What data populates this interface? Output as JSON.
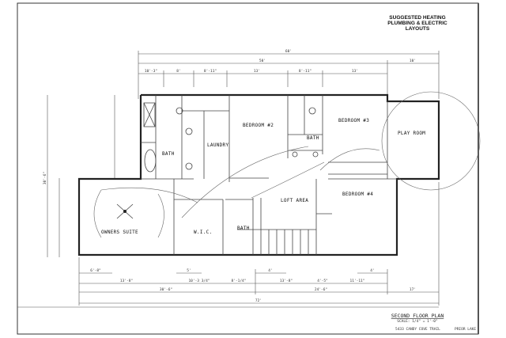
{
  "header": {
    "note_lines": [
      "SUGGESTED HEATING",
      "PLUMBING & ELECTRIC",
      "LAYOUTS"
    ]
  },
  "rooms": {
    "owners_suite": "OWNERS SUITE",
    "bath_master": "BATH",
    "laundry": "LAUNDRY",
    "bedroom_2": "BEDROOM #2",
    "bath_2": "BATH",
    "bedroom_3": "BEDROOM #3",
    "play_room": "PLAY ROOM",
    "loft_area": "LOFT AREA",
    "bedroom_4": "BEDROOM #4",
    "wic": "W.I.C.",
    "bath_3": "BATH"
  },
  "dimensions": {
    "top_overall": "60'",
    "top_main": "50'",
    "top_right": "10'",
    "top_segments": [
      "10'-3\"",
      "8'",
      "8'-11\"",
      "13'",
      "8'-11\"",
      "13'"
    ],
    "bottom_segments": [
      "13'-8\"",
      "10'-3 3/4\"",
      "8'-1/4\"",
      "13'-8\"",
      "4'-5\"",
      "11'-11\""
    ],
    "bottom_windows": [
      "6'-8\"",
      "5'",
      "4'",
      "4'"
    ],
    "bottom_mid": [
      "30'-6\"",
      "24'-6\"",
      "17'"
    ],
    "bottom_overall": "72'",
    "left_side": "30'-6\""
  },
  "title_block": {
    "title": "SECOND FLOOR PLAN",
    "scale": "SCALE: 1/4\" = 1'-0\"",
    "address": "5433 CANDY COVE TRAIL",
    "location": "PRIOR LAKE"
  }
}
